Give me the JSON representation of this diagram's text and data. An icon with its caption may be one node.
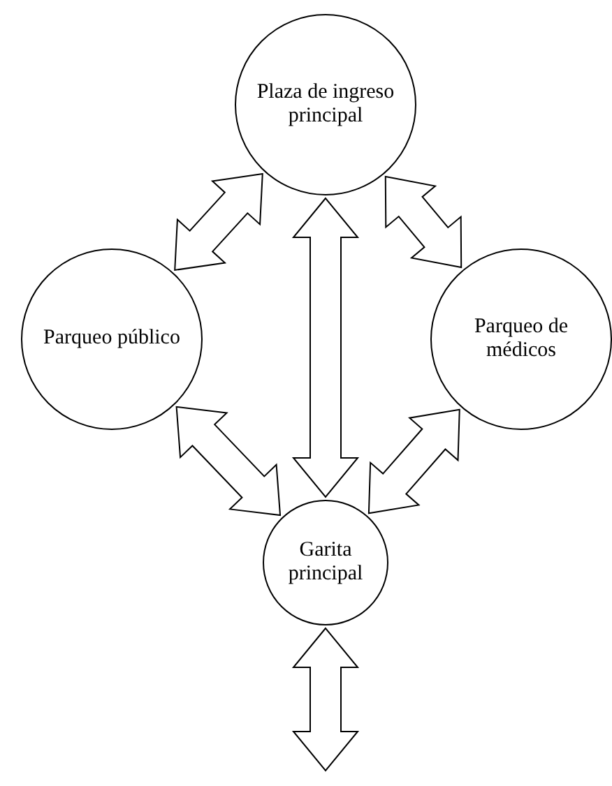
{
  "diagram": {
    "nodes": [
      {
        "text": [
          "Plaza de ingreso principal"
        ]
      },
      {
        "text": [
          "Parqueo público"
        ]
      },
      {
        "text": [
          "Parqueo de médicos"
        ]
      },
      {
        "text": [
          "Garita principal"
        ]
      }
    ],
    "edges": [
      {
        "from": 0,
        "to": 1,
        "arrow": "both"
      },
      {
        "from": 0,
        "to": 3,
        "arrow": "both"
      },
      {
        "from": 0,
        "to": 2,
        "arrow": "both"
      },
      {
        "from": 1,
        "to": 3,
        "arrow": "both"
      },
      {
        "from": 2,
        "to": 3,
        "arrow": "both"
      },
      {
        "from": 3,
        "to": null,
        "arrow": "both"
      }
    ]
  }
}
